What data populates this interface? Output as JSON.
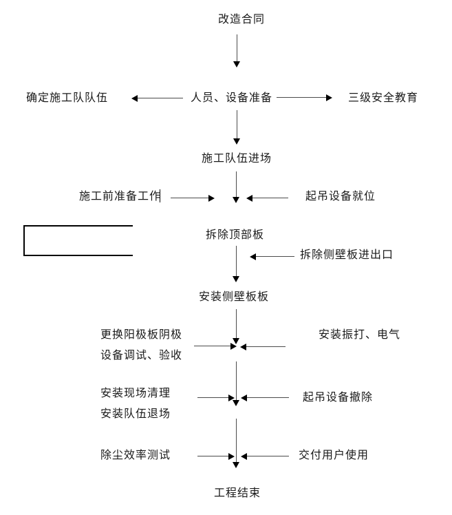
{
  "colors": {
    "background": "#ffffff",
    "line": "#4a4a4a",
    "arrowhead": "#000000",
    "text": "#1a1a1a"
  },
  "flowchart": {
    "nodes": {
      "contract": "改造合同",
      "team": "确定施工队队伍",
      "personnel": "人员、设备准备",
      "safety": "三级安全教育",
      "enter": "施工队伍进场",
      "pre_prep": "施工前准备工作",
      "crane_ready": "起吊设备就位",
      "remove_top": "拆除顶部板",
      "remove_side": "拆除侧壁板进出口",
      "install_side": "安装侧壁板板",
      "replace_line1": "更换阳极板阴极",
      "replace_line2": "设备调试、验收",
      "rapping": "安装振打、电气",
      "cleanup_line1": "安装现场清理",
      "cleanup_line2": "安装队伍退场",
      "crane_remove": "起吊设备撤除",
      "efficiency": "除尘效率测试",
      "deliver": "交付用户使用",
      "end": "工程结束"
    }
  }
}
